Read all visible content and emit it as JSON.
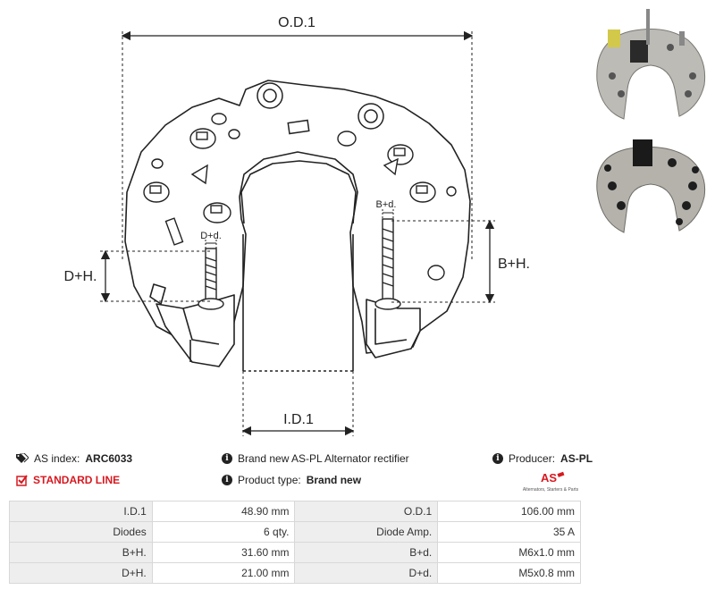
{
  "dimensions": {
    "od_label": "O.D.1",
    "id_label": "I.D.1",
    "bh_label": "B+H.",
    "dh_label": "D+H.",
    "bd_label": "B+d.",
    "dd_label": "D+d."
  },
  "info": {
    "as_index_label": "AS index:",
    "as_index_value": "ARC6033",
    "standard_line": "STANDARD LINE",
    "brand_new": "Brand new AS-PL Alternator rectifier",
    "product_type_label": "Product type:",
    "product_type_value": "Brand new",
    "producer_label": "Producer:",
    "producer_value": "AS-PL"
  },
  "logo": {
    "text": "AS",
    "subtitle": "Alternators, Starters & Parts"
  },
  "specs": [
    {
      "label1": "I.D.1",
      "value1": "48.90 mm",
      "label2": "O.D.1",
      "value2": "106.00 mm"
    },
    {
      "label1": "Diodes",
      "value1": "6 qty.",
      "label2": "Diode Amp.",
      "value2": "35 A"
    },
    {
      "label1": "B+H.",
      "value1": "31.60 mm",
      "label2": "B+d.",
      "value2": "M6x1.0 mm"
    },
    {
      "label1": "D+H.",
      "value1": "21.00 mm",
      "label2": "D+d.",
      "value2": "M5x0.8 mm"
    }
  ],
  "colors": {
    "accent_red": "#d71920",
    "table_label_bg": "#eeeeee",
    "table_border": "#d8d8d8"
  }
}
